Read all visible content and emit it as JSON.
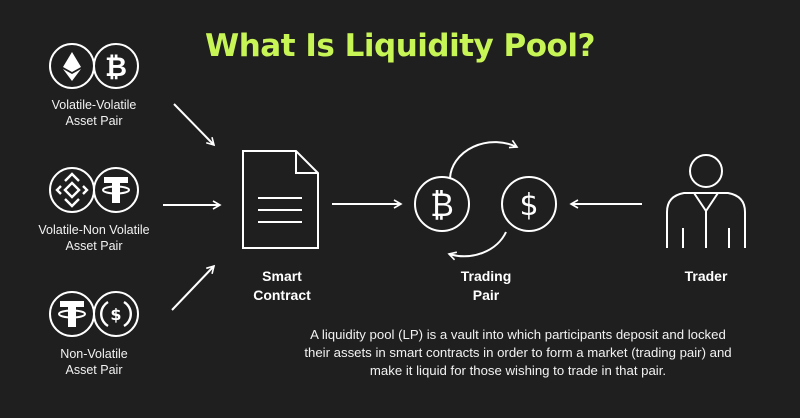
{
  "title": "What Is Liquidity Pool?",
  "colors": {
    "accent": "#c8f556",
    "background": "#1f1f1f",
    "stroke": "#ffffff"
  },
  "pairs": [
    {
      "label_line1": "Volatile-Volatile",
      "label_line2": "Asset Pair",
      "icons": [
        "ethereum-icon",
        "bitcoin-icon"
      ]
    },
    {
      "label_line1": "Volatile-Non Volatile",
      "label_line2": "Asset Pair",
      "icons": [
        "bnb-icon",
        "tether-icon"
      ]
    },
    {
      "label_line1": "Non-Volatile",
      "label_line2": "Asset Pair",
      "icons": [
        "tether-icon",
        "usd-coin-icon"
      ]
    }
  ],
  "nodes": {
    "smart_contract": {
      "line1": "Smart",
      "line2": "Contract",
      "icon": "document-icon"
    },
    "trading_pair": {
      "line1": "Trading",
      "line2": "Pair",
      "icons": [
        "bitcoin-icon",
        "dollar-icon",
        "swap-arrows-icon"
      ]
    },
    "trader": {
      "line1": "Trader",
      "icon": "person-icon"
    }
  },
  "description": {
    "line1": "A liquidity pool (LP) is a vault into which participants deposit and locked",
    "line2": "their assets in smart contracts in order to form a market (trading pair) and",
    "line3": "make it liquid for those wishing to trade in that pair."
  }
}
